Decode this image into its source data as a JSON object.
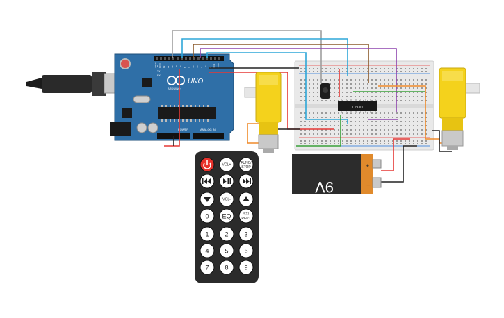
{
  "arduino": {
    "model": "UNO",
    "brand": "ARDUINO",
    "header_labels": [
      "AREF",
      "GND",
      "13",
      "12",
      "~11",
      "~10",
      "~9",
      "8",
      "7",
      "~6",
      "~5",
      "4",
      "~3",
      "2",
      "TX 1",
      "RX 0"
    ],
    "power_label": "POWER",
    "analog_label": "ANALOG IN",
    "led_labels": [
      "L",
      "TX",
      "RX"
    ]
  },
  "driver_ic": {
    "label": "L293D"
  },
  "battery": {
    "label": "9V"
  },
  "remote": {
    "buttons": [
      {
        "label": "",
        "icon": "power-icon",
        "color": "#e8322c"
      },
      {
        "label": "VOL+"
      },
      {
        "label": "FUNC/ STOP"
      },
      {
        "label": "",
        "icon": "rewind-icon"
      },
      {
        "label": "",
        "icon": "play-pause-icon"
      },
      {
        "label": "",
        "icon": "fast-forward-icon"
      },
      {
        "label": "",
        "icon": "arrow-down-icon"
      },
      {
        "label": "VOL-"
      },
      {
        "label": "",
        "icon": "arrow-up-icon"
      },
      {
        "label": "0"
      },
      {
        "label": "EQ"
      },
      {
        "label": "ST/ REPT"
      },
      {
        "label": "1"
      },
      {
        "label": "2"
      },
      {
        "label": "3"
      },
      {
        "label": "4"
      },
      {
        "label": "5"
      },
      {
        "label": "6"
      },
      {
        "label": "7"
      },
      {
        "label": "8"
      },
      {
        "label": "9"
      }
    ]
  },
  "colors": {
    "board": "#2f6fa7",
    "breadboard": "#e9e9e9",
    "motor_yellow": "#f4d21c",
    "battery_orange": "#e08a2c",
    "remote_body": "#2b2b2b",
    "wire_red": "#e53935",
    "wire_black": "#222222",
    "wire_orange": "#ef8a2a",
    "wire_green": "#3aa13a",
    "wire_purple": "#8e44ad",
    "wire_blue": "#2ea7d8",
    "wire_brown": "#8b5a2b",
    "wire_gray": "#9e9e9e"
  }
}
